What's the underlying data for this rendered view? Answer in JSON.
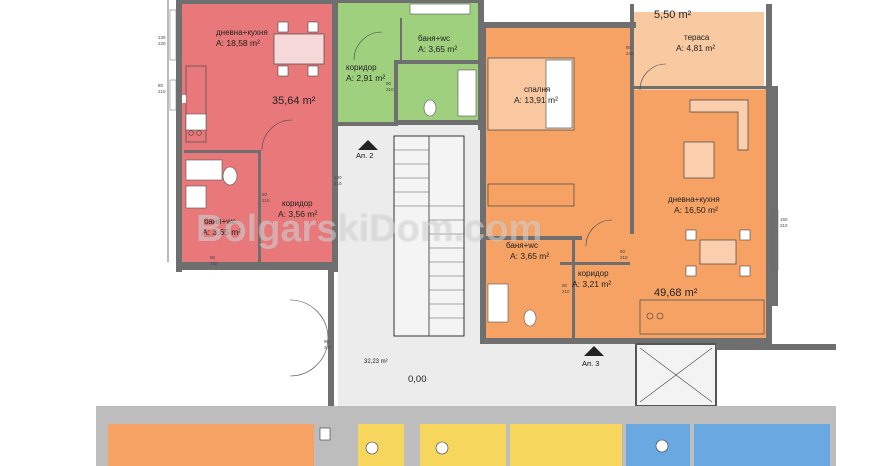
{
  "watermark": "BolgarskiDom.com",
  "apartment_1": {
    "living_kitchen": {
      "name": "дневна+кухня",
      "area": "A: 18,58 m²"
    },
    "corridor": {
      "name": "коридор",
      "area": "A: 3,56 m²"
    },
    "bathroom": {
      "name": "баня+wc",
      "area": "A: 3,65 m²"
    },
    "total": "35,64 m²"
  },
  "apartment_2": {
    "corridor": {
      "name": "коридор",
      "area": "A: 2,91 m²"
    },
    "bathroom": {
      "name": "баня+wc",
      "area": "A: 3,65 m²"
    },
    "label": "Ап. 2"
  },
  "apartment_3": {
    "bedroom": {
      "name": "спалня",
      "area": "A: 13,91 m²"
    },
    "terrace": {
      "name": "тераса",
      "area": "A: 4,81 m²"
    },
    "terrace_total": "5,50 m²",
    "living_kitchen": {
      "name": "дневна+кухня",
      "area": "A: 16,50 m²"
    },
    "bathroom": {
      "name": "баня+wc",
      "area": "A: 3,65 m²"
    },
    "corridor": {
      "name": "коридор",
      "area": "A: 3,21 m²"
    },
    "total": "49,68 m²",
    "label": "Ап. 3"
  },
  "common": {
    "hall_area": "32,23 m²",
    "level": "0,00"
  },
  "door_dims": {
    "d80_210": [
      "80",
      "210"
    ],
    "d80_240": [
      "80",
      "240"
    ],
    "d90_210": [
      "90",
      "210"
    ],
    "d90_240": [
      "90",
      "240"
    ],
    "d100_210": [
      "100",
      "210"
    ],
    "d130_220": [
      "130",
      "220"
    ],
    "d150_210": [
      "150",
      "210"
    ]
  },
  "colors": {
    "apt1": "#e8787a",
    "apt2": "#9ed07e",
    "apt3": "#f5a264",
    "terrace": "#f9c9a2",
    "yellow": "#f7d65e",
    "blue": "#6aa8e2",
    "wall": "#6f6f6f",
    "hall": "#ececec"
  }
}
